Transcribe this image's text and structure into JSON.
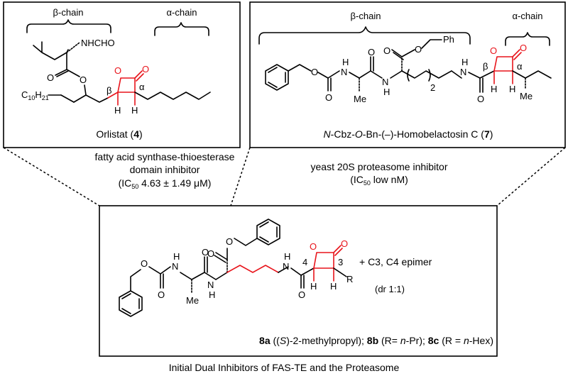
{
  "colors": {
    "lactone": "#e8141b",
    "ink": "#000000"
  },
  "orlistat": {
    "beta_chain": "β-chain",
    "alpha_chain": "α-chain",
    "nhcho": "NHCHO",
    "c10": "C",
    "c10_sub": "10",
    "c10_h": "H",
    "c10_h_sub": "21",
    "beta": "β",
    "alpha": "α",
    "o_ring": "O",
    "o_carbonyl": "O",
    "o_ester": "O",
    "o_ester2": "O",
    "h1": "H",
    "h2": "H",
    "name": "Orlistat (",
    "num": "4",
    "name_end": ")"
  },
  "belactosin": {
    "beta_chain": "β-chain",
    "alpha_chain": "α-chain",
    "ph": "Ph",
    "me1": "Me",
    "me2": "Me",
    "nh1": "H",
    "nh1n": "N",
    "nh2": "N",
    "nh2h": "H",
    "nh3": "H",
    "nh3n": "N",
    "sub2": "2",
    "beta": "β",
    "alpha": "α",
    "o1": "O",
    "o2": "O",
    "o3": "O",
    "o4": "O",
    "o5": "O",
    "o6": "O",
    "o_ring": "O",
    "o_carb": "O",
    "h1": "H",
    "h2": "H",
    "name_a": "N",
    "name_b": "-Cbz-",
    "name_c": "O",
    "name_d": "-Bn-(–)-Homobelactosin C (",
    "num": "7",
    "name_end": ")"
  },
  "captions": {
    "fas_line1": "fatty acid synthase-thioesterase",
    "fas_line2": "domain inhibitor",
    "fas_line3a": "(IC",
    "fas_line3sub": "50",
    "fas_line3b": " 4.63  ± 1.49 μM)",
    "prot_line1": "yeast 20S proteasome inhibitor",
    "prot_line2a": "(IC",
    "prot_line2sub": "50",
    "prot_line2b": " low nM)"
  },
  "compound8": {
    "me": "Me",
    "nh1n": "N",
    "nh1h": "H",
    "nh2n": "N",
    "nh2h": "H",
    "nh3h": "H",
    "nh3n": "N",
    "o_a": "O",
    "o_b": "O",
    "o_c": "O",
    "o_d": "O",
    "o_e": "O",
    "o_f": "O",
    "o_ring": "O",
    "o_carb": "O",
    "c4": "4",
    "c3": "3",
    "r": "R",
    "h1": "H",
    "h2": "H",
    "epimer": "+  C3, C4 epimer",
    "dr": "(dr 1:1)",
    "l_8a": "8a",
    "l_8a_t1": " ((",
    "l_8a_s": "S",
    "l_8a_t2": ")-2-methylpropyl); ",
    "l_8b": "8b",
    "l_8b_t1": " (R= ",
    "l_8b_n": "n",
    "l_8b_t2": "-Pr); ",
    "l_8c": "8c",
    "l_8c_t1": " (R = ",
    "l_8c_n": "n",
    "l_8c_t2": "-Hex)"
  },
  "footer": "Initial Dual Inhibitors of FAS-TE and the Proteasome"
}
